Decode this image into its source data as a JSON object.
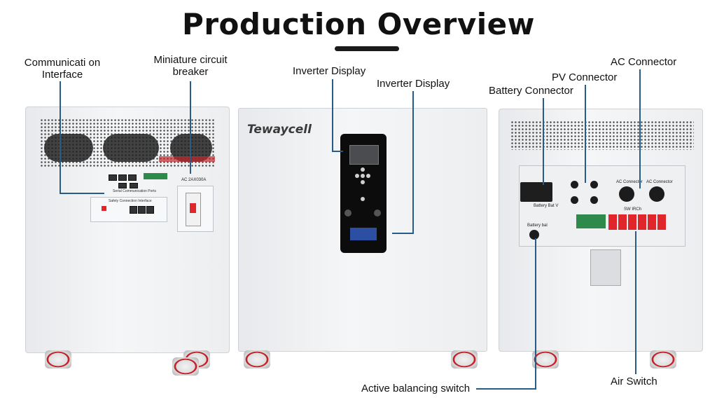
{
  "header": {
    "title": "Production Overview"
  },
  "callouts": {
    "communication_interface": "Communicati on Interface",
    "miniature_circuit_breaker": "Miniature circuit breaker",
    "inverter_display_1": "Inverter Display",
    "inverter_display_2": "Inverter Display",
    "battery_connector": "Battery Connector",
    "pv_connector": "PV Connector",
    "ac_connector": "AC Connector",
    "active_balancing_switch": "Active balancing switch",
    "air_switch": "Air Switch"
  },
  "left_unit": {
    "breaker_label": "AC 2AX030A",
    "port_label_1": "Serial Communication Ports",
    "port_label_2": "Safety Connection Interface"
  },
  "front_unit": {
    "brand": "Tewaycell"
  },
  "right_unit": {
    "battery_label": "Battery Bat V",
    "ac_connector_1": "AC Connector",
    "ac_connector_2": "AC Connector",
    "sw_label": "SW IRCh",
    "balancing_label": "Battery bal"
  },
  "colors": {
    "leader": "#2a5a86",
    "title": "#111111",
    "breaker_red": "#e0262b",
    "terminal_green": "#2d8a4a"
  }
}
